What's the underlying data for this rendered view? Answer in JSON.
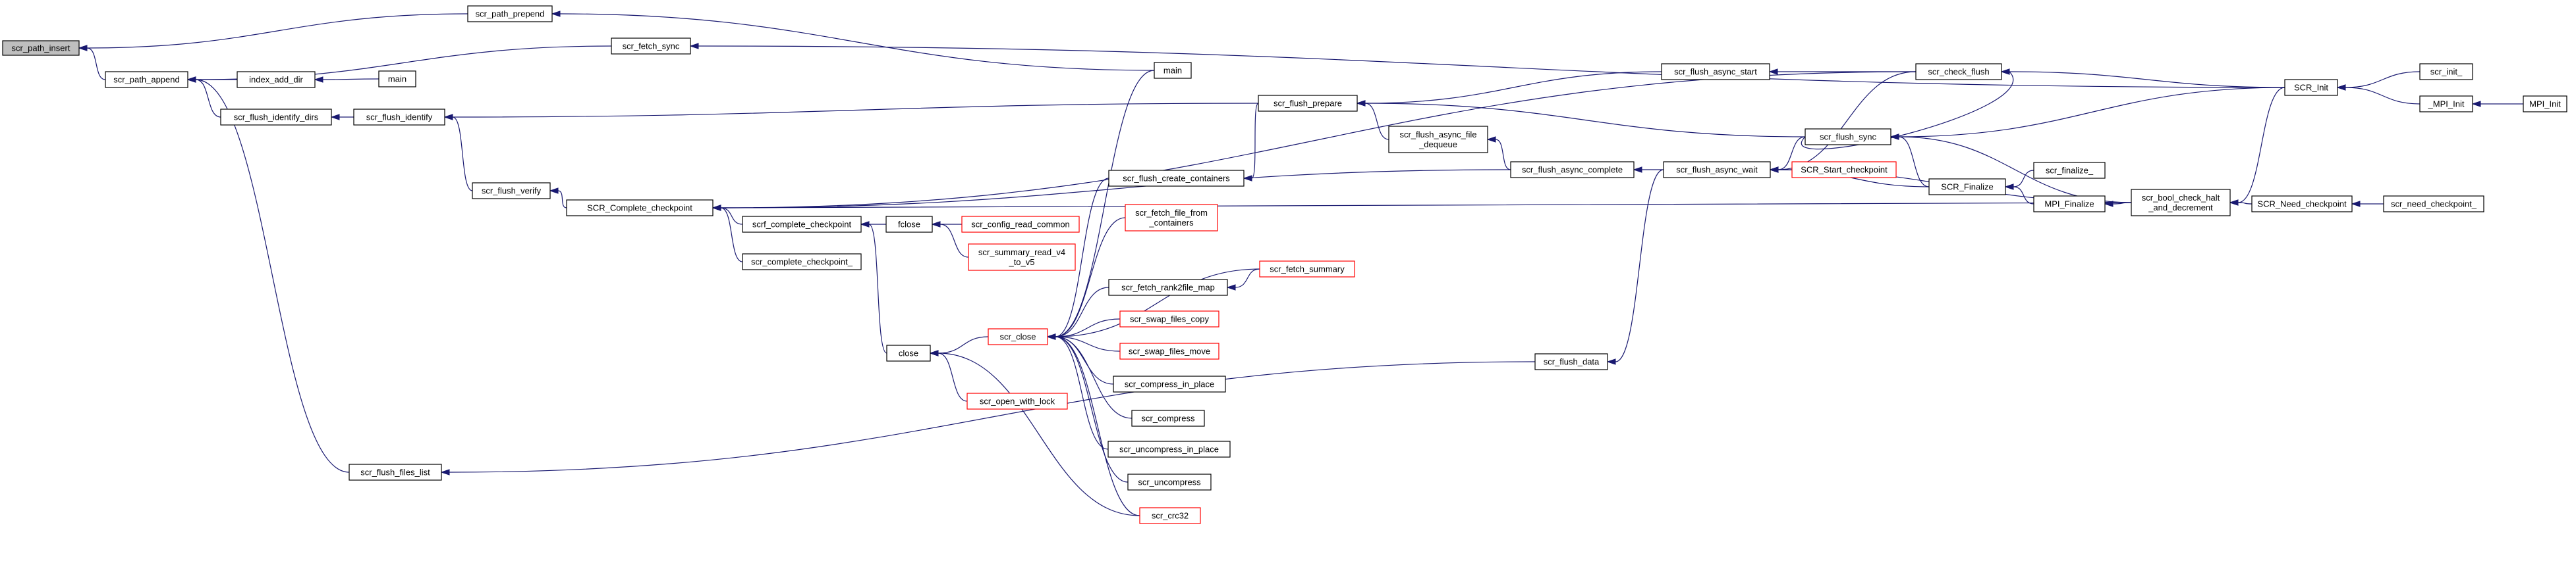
{
  "graph": {
    "colors": {
      "edge": "#191970",
      "node_border": "#000000",
      "node_border_incomplete": "#ff0000",
      "current_fill": "#bfbfbf"
    },
    "nodes": [
      {
        "id": "n_scr_path_insert",
        "lines": [
          "scr_path_insert"
        ],
        "style": "current"
      },
      {
        "id": "n_scr_path_append",
        "lines": [
          "scr_path_append"
        ],
        "style": "normal"
      },
      {
        "id": "n_scr_path_prepend",
        "lines": [
          "scr_path_prepend"
        ],
        "style": "normal"
      },
      {
        "id": "n_scr_fetch_sync",
        "lines": [
          "scr_fetch_sync"
        ],
        "style": "normal"
      },
      {
        "id": "n_index_add_dir",
        "lines": [
          "index_add_dir"
        ],
        "style": "normal"
      },
      {
        "id": "n_main_1",
        "lines": [
          "main"
        ],
        "style": "normal"
      },
      {
        "id": "n_scr_flush_identify_dirs",
        "lines": [
          "scr_flush_identify_dirs"
        ],
        "style": "normal"
      },
      {
        "id": "n_scr_flush_identify",
        "lines": [
          "scr_flush_identify"
        ],
        "style": "normal"
      },
      {
        "id": "n_scr_flush_verify",
        "lines": [
          "scr_flush_verify"
        ],
        "style": "normal"
      },
      {
        "id": "n_scr_flush_files_list",
        "lines": [
          "scr_flush_files_list"
        ],
        "style": "normal"
      },
      {
        "id": "n_SCR_Complete_checkpoint",
        "lines": [
          "SCR_Complete_checkpoint"
        ],
        "style": "normal"
      },
      {
        "id": "n_scrf_complete_checkpoint",
        "lines": [
          "scrf_complete_checkpoint"
        ],
        "style": "normal"
      },
      {
        "id": "n_scr_complete_checkpoint_",
        "lines": [
          "scr_complete_checkpoint_"
        ],
        "style": "normal"
      },
      {
        "id": "n_fclose",
        "lines": [
          "fclose"
        ],
        "style": "normal"
      },
      {
        "id": "n_scr_config_read_common",
        "lines": [
          "scr_config_read_common"
        ],
        "style": "red"
      },
      {
        "id": "n_scr_summary_read_v4_to_v5",
        "lines": [
          "scr_summary_read_v4",
          "_to_v5"
        ],
        "style": "red"
      },
      {
        "id": "n_close",
        "lines": [
          "close"
        ],
        "style": "normal"
      },
      {
        "id": "n_scr_close",
        "lines": [
          "scr_close"
        ],
        "style": "red"
      },
      {
        "id": "n_scr_open_with_lock",
        "lines": [
          "scr_open_with_lock"
        ],
        "style": "red"
      },
      {
        "id": "n_main_2",
        "lines": [
          "main"
        ],
        "style": "normal"
      },
      {
        "id": "n_scr_flush_prepare",
        "lines": [
          "scr_flush_prepare"
        ],
        "style": "normal"
      },
      {
        "id": "n_scr_flush_create_containers",
        "lines": [
          "scr_flush_create_containers"
        ],
        "style": "normal"
      },
      {
        "id": "n_scr_fetch_file_from_containers",
        "lines": [
          "scr_fetch_file_from",
          "_containers"
        ],
        "style": "red"
      },
      {
        "id": "n_scr_fetch_summary",
        "lines": [
          "scr_fetch_summary"
        ],
        "style": "red"
      },
      {
        "id": "n_scr_fetch_rank2file_map",
        "lines": [
          "scr_fetch_rank2file_map"
        ],
        "style": "normal"
      },
      {
        "id": "n_scr_swap_files_copy",
        "lines": [
          "scr_swap_files_copy"
        ],
        "style": "red"
      },
      {
        "id": "n_scr_swap_files_move",
        "lines": [
          "scr_swap_files_move"
        ],
        "style": "red"
      },
      {
        "id": "n_scr_compress_in_place",
        "lines": [
          "scr_compress_in_place"
        ],
        "style": "normal"
      },
      {
        "id": "n_scr_compress",
        "lines": [
          "scr_compress"
        ],
        "style": "normal"
      },
      {
        "id": "n_scr_uncompress_in_place",
        "lines": [
          "scr_uncompress_in_place"
        ],
        "style": "normal"
      },
      {
        "id": "n_scr_uncompress",
        "lines": [
          "scr_uncompress"
        ],
        "style": "normal"
      },
      {
        "id": "n_scr_crc32",
        "lines": [
          "scr_crc32"
        ],
        "style": "red"
      },
      {
        "id": "n_scr_flush_async_file_dequeue",
        "lines": [
          "scr_flush_async_file",
          "_dequeue"
        ],
        "style": "normal"
      },
      {
        "id": "n_scr_flush_async_start",
        "lines": [
          "scr_flush_async_start"
        ],
        "style": "normal"
      },
      {
        "id": "n_scr_flush_async_complete",
        "lines": [
          "scr_flush_async_complete"
        ],
        "style": "normal"
      },
      {
        "id": "n_scr_flush_data",
        "lines": [
          "scr_flush_data"
        ],
        "style": "normal"
      },
      {
        "id": "n_scr_flush_async_wait",
        "lines": [
          "scr_flush_async_wait"
        ],
        "style": "normal"
      },
      {
        "id": "n_scr_check_flush",
        "lines": [
          "scr_check_flush"
        ],
        "style": "normal"
      },
      {
        "id": "n_scr_flush_sync",
        "lines": [
          "scr_flush_sync"
        ],
        "style": "normal"
      },
      {
        "id": "n_SCR_Start_checkpoint",
        "lines": [
          "SCR_Start_checkpoint"
        ],
        "style": "red"
      },
      {
        "id": "n_SCR_Finalize",
        "lines": [
          "SCR_Finalize"
        ],
        "style": "normal"
      },
      {
        "id": "n_scr_finalize_",
        "lines": [
          "scr_finalize_"
        ],
        "style": "normal"
      },
      {
        "id": "n_MPI_Finalize",
        "lines": [
          "MPI_Finalize"
        ],
        "style": "normal"
      },
      {
        "id": "n_scr_bool_check_halt_and_decrement",
        "lines": [
          "scr_bool_check_halt",
          "_and_decrement"
        ],
        "style": "normal"
      },
      {
        "id": "n_SCR_Need_checkpoint",
        "lines": [
          "SCR_Need_checkpoint"
        ],
        "style": "normal"
      },
      {
        "id": "n_scr_need_checkpoint_",
        "lines": [
          "scr_need_checkpoint_"
        ],
        "style": "normal"
      },
      {
        "id": "n_SCR_Init",
        "lines": [
          "SCR_Init"
        ],
        "style": "normal"
      },
      {
        "id": "n_scr_init_",
        "lines": [
          "scr_init_"
        ],
        "style": "normal"
      },
      {
        "id": "n__MPI_Init",
        "lines": [
          "_MPI_Init"
        ],
        "style": "normal"
      },
      {
        "id": "n_MPI_Init",
        "lines": [
          "MPI_Init"
        ],
        "style": "normal"
      }
    ],
    "edges": [
      {
        "from": "n_scr_path_append",
        "to": "n_scr_path_insert"
      },
      {
        "from": "n_scr_path_prepend",
        "to": "n_scr_path_insert"
      },
      {
        "from": "n_scr_fetch_sync",
        "to": "n_scr_path_append"
      },
      {
        "from": "n_index_add_dir",
        "to": "n_scr_path_append"
      },
      {
        "from": "n_scr_flush_identify_dirs",
        "to": "n_scr_path_append"
      },
      {
        "from": "n_scr_flush_files_list",
        "to": "n_scr_path_append"
      },
      {
        "from": "n_main_1",
        "to": "n_index_add_dir"
      },
      {
        "from": "n_scr_flush_identify",
        "to": "n_scr_flush_identify_dirs"
      },
      {
        "from": "n_scr_flush_verify",
        "to": "n_scr_flush_identify"
      },
      {
        "from": "n_scr_flush_prepare",
        "to": "n_scr_flush_identify"
      },
      {
        "from": "n_SCR_Complete_checkpoint",
        "to": "n_scr_flush_verify"
      },
      {
        "from": "n_scr_flush_data",
        "to": "n_scr_flush_files_list"
      },
      {
        "from": "n_scrf_complete_checkpoint",
        "to": "n_SCR_Complete_checkpoint"
      },
      {
        "from": "n_scr_complete_checkpoint_",
        "to": "n_SCR_Complete_checkpoint"
      },
      {
        "from": "n_SCR_Init",
        "to": "n_scr_fetch_sync"
      },
      {
        "from": "n_main_2",
        "to": "n_scr_path_prepend"
      },
      {
        "from": "n_scr_check_flush",
        "to": "n_SCR_Complete_checkpoint"
      },
      {
        "from": "n_scr_flush_async_complete",
        "to": "n_SCR_Complete_checkpoint"
      },
      {
        "from": "n_scr_bool_check_halt_and_decrement",
        "to": "n_SCR_Complete_checkpoint"
      },
      {
        "from": "n_fclose",
        "to": "n_scrf_complete_checkpoint"
      },
      {
        "from": "n_close",
        "to": "n_scrf_complete_checkpoint"
      },
      {
        "from": "n_scr_config_read_common",
        "to": "n_fclose"
      },
      {
        "from": "n_scr_summary_read_v4_to_v5",
        "to": "n_fclose"
      },
      {
        "from": "n_scr_close",
        "to": "n_close"
      },
      {
        "from": "n_scr_open_with_lock",
        "to": "n_close"
      },
      {
        "from": "n_scr_crc32",
        "to": "n_close"
      },
      {
        "from": "n_main_2",
        "to": "n_scr_close"
      },
      {
        "from": "n_scr_flush_create_containers",
        "to": "n_scr_close"
      },
      {
        "from": "n_scr_fetch_file_from_containers",
        "to": "n_scr_close"
      },
      {
        "from": "n_scr_fetch_summary",
        "to": "n_scr_close"
      },
      {
        "from": "n_scr_fetch_rank2file_map",
        "to": "n_scr_close"
      },
      {
        "from": "n_scr_swap_files_copy",
        "to": "n_scr_close"
      },
      {
        "from": "n_scr_swap_files_move",
        "to": "n_scr_close"
      },
      {
        "from": "n_scr_compress_in_place",
        "to": "n_scr_close"
      },
      {
        "from": "n_scr_compress",
        "to": "n_scr_close"
      },
      {
        "from": "n_scr_uncompress_in_place",
        "to": "n_scr_close"
      },
      {
        "from": "n_scr_uncompress",
        "to": "n_scr_close"
      },
      {
        "from": "n_scr_crc32",
        "to": "n_scr_close"
      },
      {
        "from": "n_scr_flush_prepare",
        "to": "n_scr_flush_create_containers"
      },
      {
        "from": "n_scr_fetch_summary",
        "to": "n_scr_fetch_rank2file_map"
      },
      {
        "from": "n_scr_flush_async_start",
        "to": "n_scr_flush_prepare"
      },
      {
        "from": "n_scr_flush_async_file_dequeue",
        "to": "n_scr_flush_prepare"
      },
      {
        "from": "n_scr_flush_sync",
        "to": "n_scr_flush_prepare"
      },
      {
        "from": "n_scr_flush_async_complete",
        "to": "n_scr_flush_async_file_dequeue"
      },
      {
        "from": "n_scr_flush_async_wait",
        "to": "n_scr_flush_async_complete"
      },
      {
        "from": "n_scr_check_flush",
        "to": "n_scr_flush_async_start"
      },
      {
        "from": "n_scr_flush_sync",
        "to": "n_scr_flush_async_wait"
      },
      {
        "from": "n_SCR_Start_checkpoint",
        "to": "n_scr_flush_async_wait"
      },
      {
        "from": "n_SCR_Finalize",
        "to": "n_scr_flush_async_wait"
      },
      {
        "from": "n_scr_bool_check_halt_and_decrement",
        "to": "n_scr_flush_async_wait"
      },
      {
        "from": "n_scr_flush_async_wait",
        "to": "n_scr_flush_data"
      },
      {
        "from": "n_scr_flush_sync",
        "to": "n_scr_check_flush"
      },
      {
        "from": "n_SCR_Init",
        "to": "n_scr_check_flush"
      },
      {
        "from": "n_scr_check_flush",
        "to": "n_scr_flush_async_wait"
      },
      {
        "from": "n_SCR_Init",
        "to": "n_scr_flush_sync"
      },
      {
        "from": "n_SCR_Finalize",
        "to": "n_scr_flush_sync"
      },
      {
        "from": "n_scr_bool_check_halt_and_decrement",
        "to": "n_scr_flush_sync"
      },
      {
        "from": "n_scr_finalize_",
        "to": "n_SCR_Finalize"
      },
      {
        "from": "n_MPI_Finalize",
        "to": "n_SCR_Finalize"
      },
      {
        "from": "n_scr_bool_check_halt_and_decrement",
        "to": "n_MPI_Finalize"
      },
      {
        "from": "n_SCR_Need_checkpoint",
        "to": "n_scr_bool_check_halt_and_decrement"
      },
      {
        "from": "n_SCR_Init",
        "to": "n_scr_bool_check_halt_and_decrement"
      },
      {
        "from": "n_scr_need_checkpoint_",
        "to": "n_SCR_Need_checkpoint"
      },
      {
        "from": "n_scr_init_",
        "to": "n_SCR_Init"
      },
      {
        "from": "n__MPI_Init",
        "to": "n_SCR_Init"
      },
      {
        "from": "n_MPI_Init",
        "to": "n__MPI_Init"
      }
    ]
  }
}
